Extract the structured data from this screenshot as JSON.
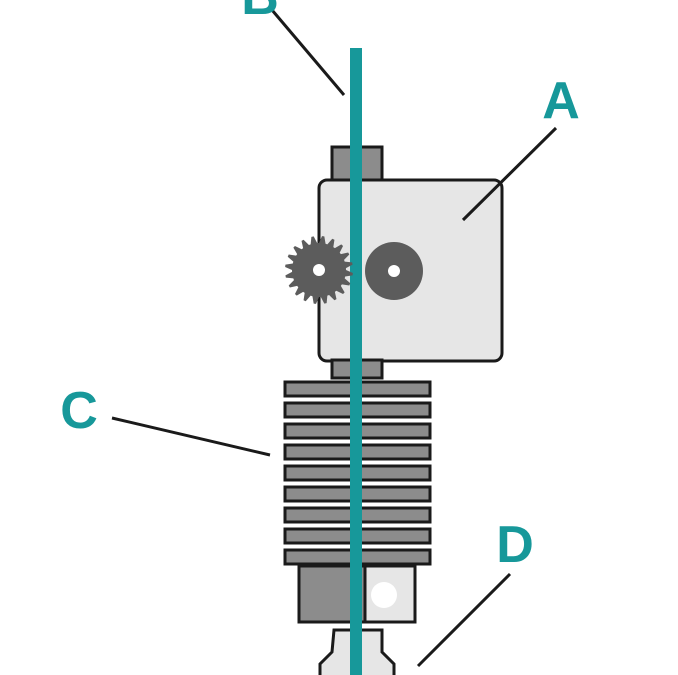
{
  "labels": {
    "a": "A",
    "b": "B",
    "c": "C",
    "d": "D"
  },
  "colors": {
    "accent": "#17989a",
    "outline": "#1a1a1a",
    "housing_fill": "#e6e6e6",
    "metal_dark": "#555555",
    "metal_mid": "#8c8c8c",
    "gear": "#5c5c5c",
    "background": "#ffffff"
  },
  "icons": {
    "gear": "drive-gear-icon",
    "bearing": "idler-bearing-icon"
  }
}
